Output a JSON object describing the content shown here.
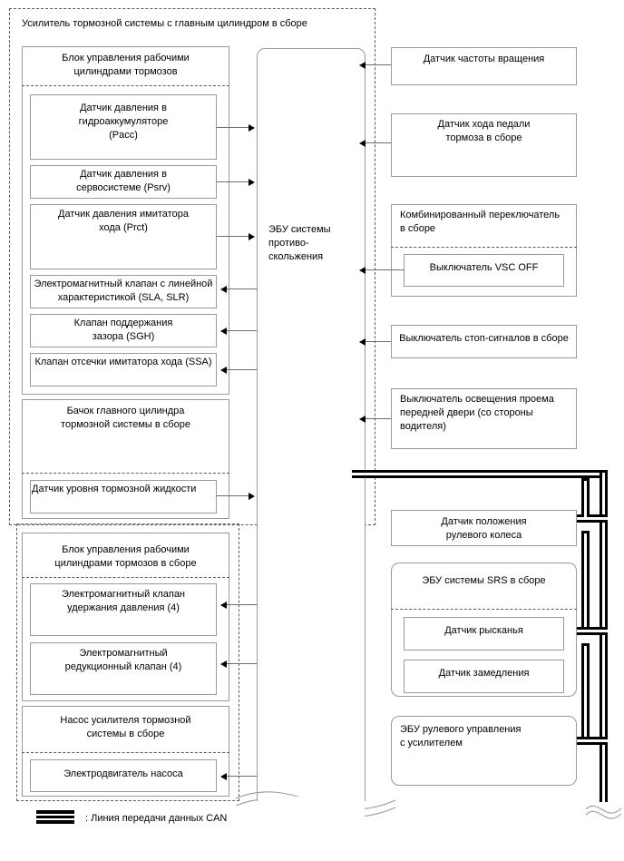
{
  "diagram": {
    "title": "Усилитель тормозной системы с главным цилиндром в сборе",
    "central_unit": "ЭБУ системы\nпротиво-\nскольжения",
    "legend": {
      "icon": "can-bus-line-icon",
      "text": ": Линия передачи данных CAN"
    },
    "colors": {
      "box_border": "#9a9a9a",
      "dashed_border": "#5b5b5b",
      "line": "#6e6e6e",
      "can_bus": "#000000",
      "background": "#ffffff",
      "text": "#000000"
    }
  },
  "groups": {
    "brake_actuator": {
      "header": "Блок управления рабочими\nцилиндрами тормозов",
      "items": [
        {
          "label": "Датчик давления в\nгидроаккумуляторе\n(Pacc)",
          "direction": "to-ecu"
        },
        {
          "label": "Датчик давления в\nсервосистеме (Psrv)",
          "direction": "to-ecu"
        },
        {
          "label": "Датчик давления имитатора\nхода (Prct)",
          "direction": "to-ecu"
        },
        {
          "label": "Электромагнитный клапан с линейной\nхарактеристикой (SLA, SLR)",
          "direction": "from-ecu"
        },
        {
          "label": "Клапан поддержания\nзазора (SGH)",
          "direction": "from-ecu"
        },
        {
          "label": "Клапан отсечки имитатора хода (SSA)",
          "direction": "from-ecu"
        }
      ]
    },
    "reservoir": {
      "header": "Бачок главного цилиндра\nтормозной системы в сборе",
      "items": [
        {
          "label": "Датчик уровня тормозной жидкости",
          "direction": "to-ecu"
        }
      ]
    },
    "brake_actuator_assy": {
      "header": "Блок управления рабочими\nцилиндрами тормозов в сборе",
      "items": [
        {
          "label": "Электромагнитный клапан\nудержания давления (4)",
          "direction": "from-ecu"
        },
        {
          "label": "Электромагнитный\nредукционный клапан (4)",
          "direction": "from-ecu"
        }
      ]
    },
    "pump": {
      "header": "Насос усилителя тормозной\nсистемы в сборе",
      "items": [
        {
          "label": "Электродвигатель насоса",
          "direction": "from-ecu"
        }
      ]
    }
  },
  "right_column": {
    "direct": [
      {
        "label": "Датчик частоты вращения"
      },
      {
        "label": "Датчик хода педали\nтормоза в сборе"
      },
      {
        "label": "Комбинированный переключатель\nв сборе",
        "child": "Выключатель VSC OFF"
      },
      {
        "label": "Выключатель стоп-сигналов в сборе"
      },
      {
        "label": "Выключатель освещения проема\nпередней двери (со стороны\nводителя)"
      }
    ],
    "can": [
      {
        "label": "Датчик положения\nрулевого колеса"
      },
      {
        "label": "ЭБУ системы SRS в сборе",
        "children": [
          "Датчик рысканья",
          "Датчик замедления"
        ]
      },
      {
        "label": "ЭБУ рулевого управления\nс усилителем"
      }
    ]
  }
}
